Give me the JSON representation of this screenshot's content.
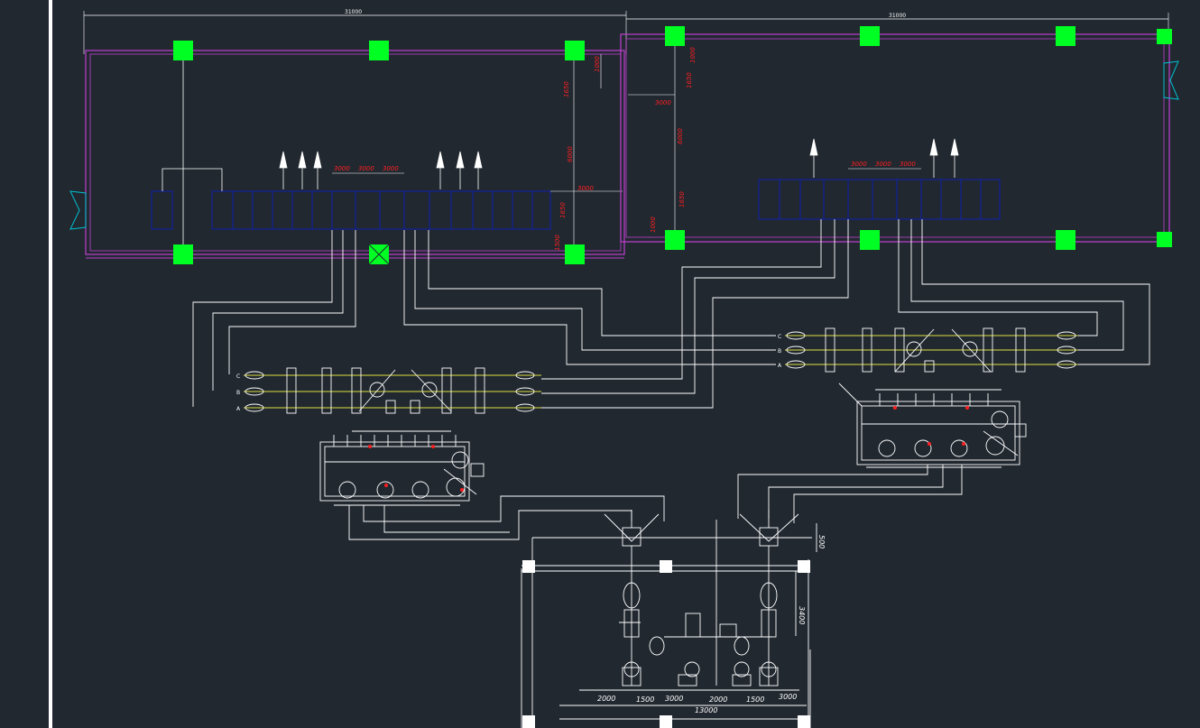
{
  "colors": {
    "background": "#212830",
    "wall": "#c040d0",
    "column": "#00ff22",
    "cabinet": "#1020b0",
    "line": "#ffffff",
    "bus": "#e0e040",
    "dimension_red": "#ff2020",
    "door": "#00c0d0"
  },
  "top_left_hall": {
    "overall_dim": "31000",
    "dims": [
      "3000",
      "3000",
      "3000",
      "6000",
      "3000",
      "1650",
      "1650",
      "1000",
      "1500"
    ]
  },
  "top_right_hall": {
    "overall_dim": "31000",
    "dims": [
      "1000",
      "1650",
      "6000",
      "3000",
      "1650",
      "1000",
      "3000",
      "3000",
      "3000"
    ]
  },
  "bottom_bay": {
    "dims_row": [
      "2000",
      "1500",
      "3000",
      "2000",
      "1500",
      "3000"
    ],
    "overall": "13000",
    "side_dim": "3400",
    "top_dim": "500"
  },
  "phase_labels": [
    "C",
    "B",
    "A"
  ]
}
